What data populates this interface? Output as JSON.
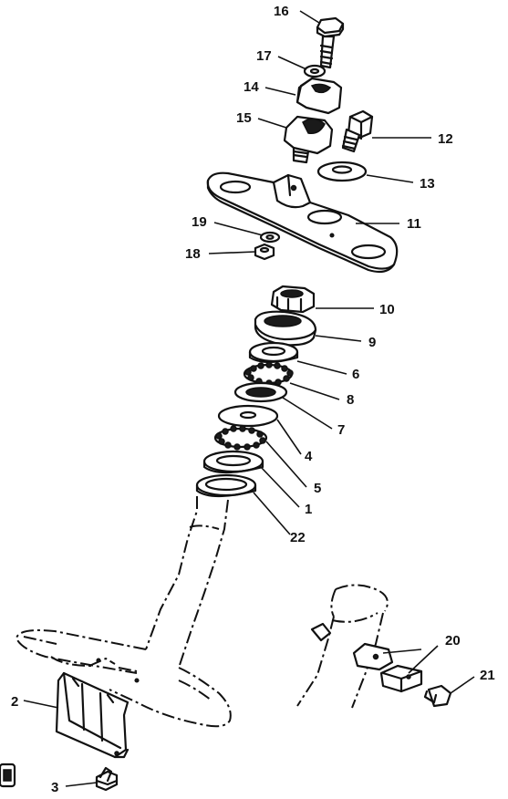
{
  "diagram": {
    "callouts": [
      {
        "id": "c16",
        "label": "16"
      },
      {
        "id": "c17",
        "label": "17"
      },
      {
        "id": "c14",
        "label": "14"
      },
      {
        "id": "c15",
        "label": "15"
      },
      {
        "id": "c12",
        "label": "12"
      },
      {
        "id": "c13",
        "label": "13"
      },
      {
        "id": "c11",
        "label": "11"
      },
      {
        "id": "c19",
        "label": "19"
      },
      {
        "id": "c18",
        "label": "18"
      },
      {
        "id": "c10",
        "label": "10"
      },
      {
        "id": "c9",
        "label": "9"
      },
      {
        "id": "c6",
        "label": "6"
      },
      {
        "id": "c8",
        "label": "8"
      },
      {
        "id": "c7",
        "label": "7"
      },
      {
        "id": "c4",
        "label": "4"
      },
      {
        "id": "c5",
        "label": "5"
      },
      {
        "id": "c1",
        "label": "1"
      },
      {
        "id": "c22",
        "label": "22"
      },
      {
        "id": "c20",
        "label": "20"
      },
      {
        "id": "c21",
        "label": "21"
      },
      {
        "id": "c2",
        "label": "2"
      },
      {
        "id": "c3",
        "label": "3"
      }
    ]
  }
}
